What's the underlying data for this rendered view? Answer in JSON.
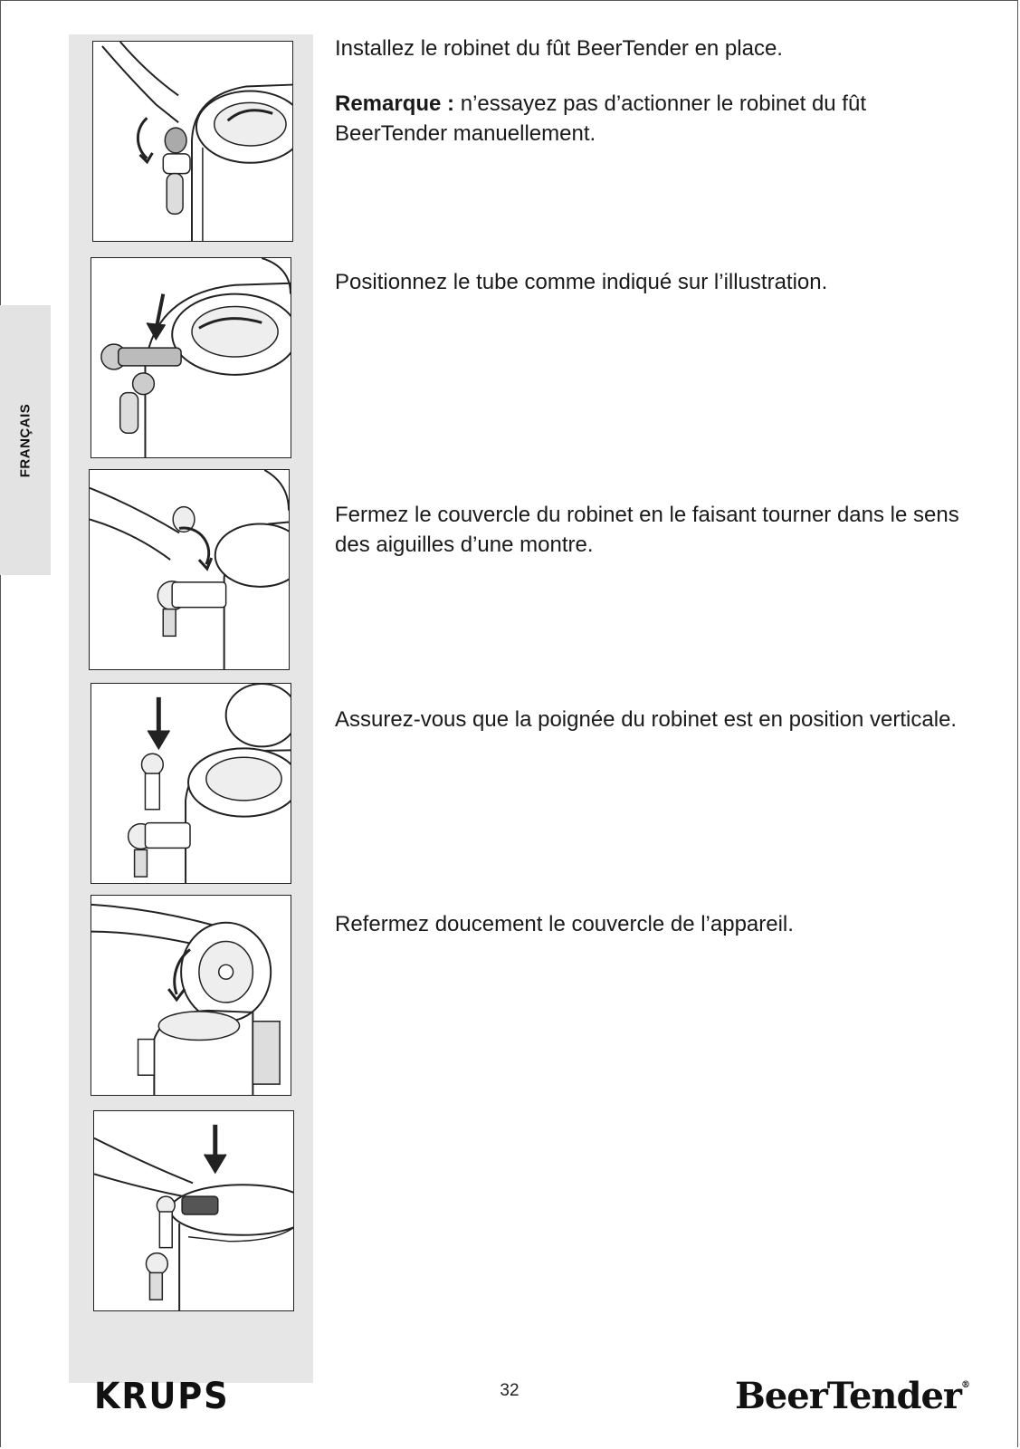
{
  "sidebar": {
    "language_label": "FRANÇAIS"
  },
  "steps": [
    {
      "text": "Installez le robinet du fût BeerTender en place.",
      "note_label": "Remarque :",
      "note_text": " n’essayez pas d’actionner le robinet du fût BeerTender manuellement."
    },
    {
      "text": "Positionnez le tube comme indiqué sur l’illustration."
    },
    {
      "text": "Fermez le couvercle du robinet en le faisant tourner dans le sens des aiguilles d’une montre."
    },
    {
      "text": "Assurez-vous que la poignée du robinet est en position verticale."
    },
    {
      "text": "Refermez doucement le couvercle de l’appareil."
    }
  ],
  "footer": {
    "brand_left": "KRUPS",
    "page_number": "32",
    "brand_right": "BeerTender",
    "brand_right_mark": "®"
  }
}
